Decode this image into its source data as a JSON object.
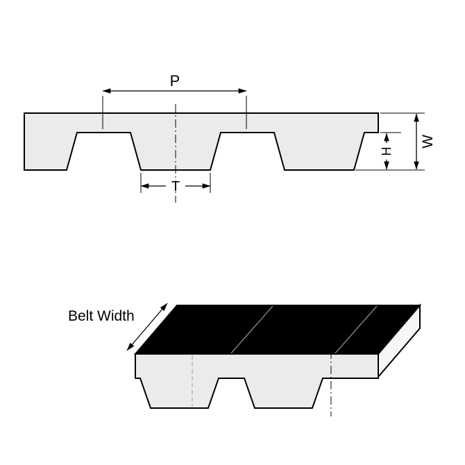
{
  "diagram": {
    "labels": {
      "pitch": "P",
      "tooth_width": "T",
      "tooth_height": "H",
      "belt_thickness": "W",
      "belt_width": "Belt Width"
    },
    "colors": {
      "belt_fill": "#ebebeb",
      "outline": "#000000",
      "top_face_fill": "#000000",
      "side_face_fill": "#f6f6f6",
      "seam_line": "#b5b5b5",
      "background": "#ffffff"
    }
  }
}
